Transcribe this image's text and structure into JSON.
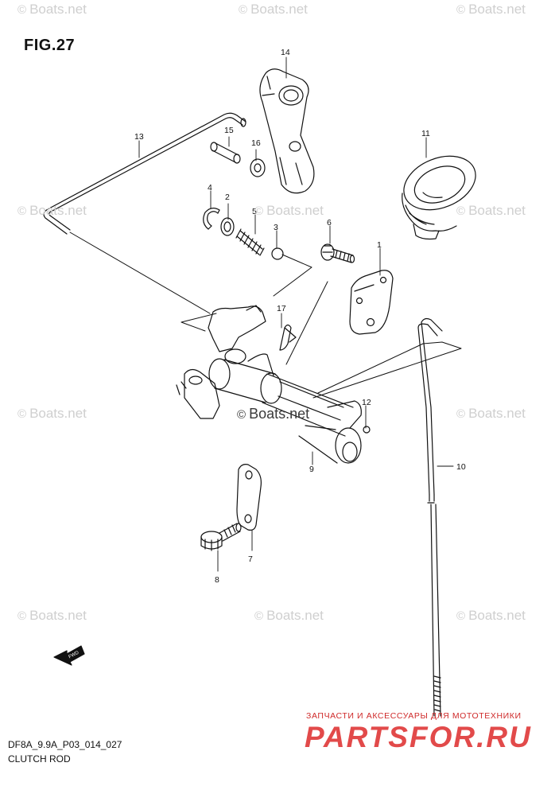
{
  "figure": {
    "title": "FIG.27",
    "drawing_code": "DF8A_9.9A_P03_014_027",
    "name": "CLUTCH ROD",
    "fwd_label": "FWD"
  },
  "watermarks": {
    "text": "Boats.net",
    "symbol": "©"
  },
  "part_labels": [
    "1",
    "2",
    "3",
    "4",
    "5",
    "6",
    "7",
    "8",
    "9",
    "10",
    "11",
    "12",
    "13",
    "14",
    "15",
    "16",
    "17"
  ],
  "shop_brand": {
    "subtitle": "ЗАПЧАСТИ И АКСЕССУАРЫ ДЛЯ МОТОТЕХНИКИ",
    "logo": "PARTSFOR.RU",
    "color": "#e24a4a"
  },
  "colors": {
    "line": "#111111",
    "watermark": "#cfcfcf"
  }
}
